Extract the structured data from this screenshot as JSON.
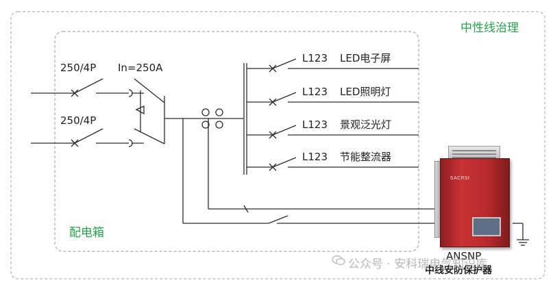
{
  "outer_panel": {
    "title": "中性线治理"
  },
  "inner_box": {
    "title": "配电箱"
  },
  "incomers": [
    {
      "breaker_rating": "250/4P"
    },
    {
      "breaker_rating": "250/4P"
    }
  ],
  "transfer_switch": {
    "rating": "In=250A"
  },
  "branches": [
    {
      "phase": "L123",
      "load": "LED电子屏"
    },
    {
      "phase": "L123",
      "load": "LED照明灯"
    },
    {
      "phase": "L123",
      "load": "景观泛光灯"
    },
    {
      "phase": "L123",
      "load": "节能整流器"
    }
  ],
  "device": {
    "model": "ANSNP",
    "name": "中线安防保护器",
    "brand_mark": "SACRSI"
  },
  "watermark": {
    "text": "公众号 · 安科瑞电气知识库"
  },
  "colors": {
    "title_green": "#23a54a",
    "line": "#2b2b2b",
    "dashed_border": "#b5b5b5",
    "device_red": "#c73235"
  }
}
